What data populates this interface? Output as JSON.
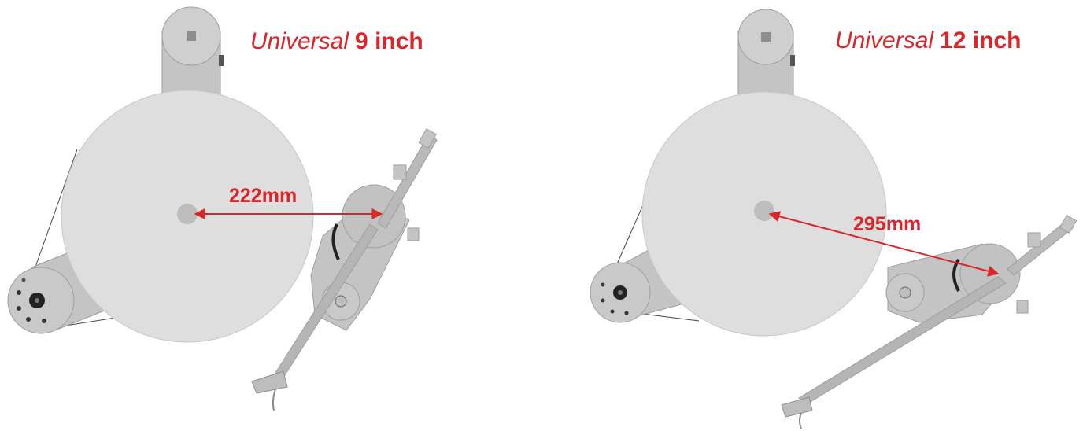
{
  "colors": {
    "accent_red": "#d9262a",
    "platter": "#dedede",
    "metal": "#bdbdbd",
    "metal_dark": "#8e8e8e",
    "motor_black": "#222222"
  },
  "turntables": [
    {
      "model": "Universal",
      "size": "9 inch",
      "distance_label": "222mm"
    },
    {
      "model": "Universal",
      "size": "12 inch",
      "distance_label": "295mm"
    }
  ]
}
